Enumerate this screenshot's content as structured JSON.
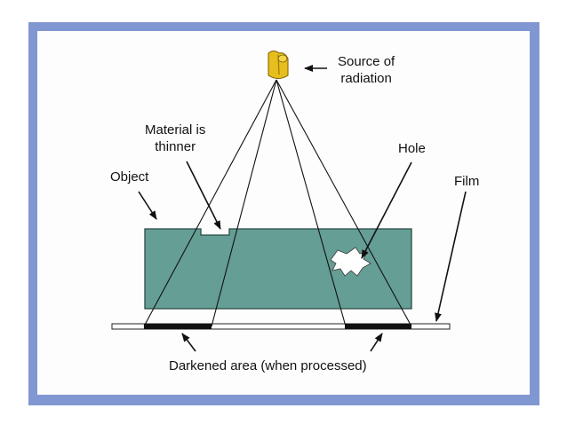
{
  "labels": {
    "source": [
      "Source of",
      "radiation"
    ],
    "material": [
      "Material is",
      "thinner"
    ],
    "object": "Object",
    "hole": "Hole",
    "film": "Film",
    "darkened": "Darkened area (when processed)"
  },
  "colors": {
    "frame": "#8197d2",
    "object_fill": "#649e94",
    "source_fill": "#e6be1e",
    "film_dark": "#111111"
  },
  "icons": [
    "radiation-source-icon"
  ]
}
